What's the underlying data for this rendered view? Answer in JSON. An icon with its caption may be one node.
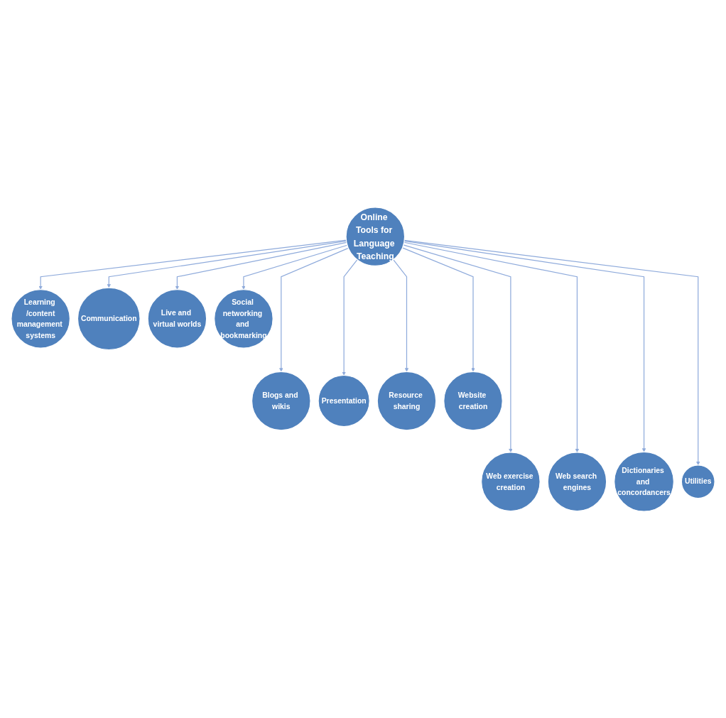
{
  "diagram": {
    "nodes": [
      {
        "text": [
          "Online Tools for Language Teaching"
        ]
      },
      {
        "text": [
          "Learning /content",
          "management systems"
        ]
      },
      {
        "text": [
          "Communication"
        ]
      },
      {
        "text": [
          "Live and virtual worlds"
        ]
      },
      {
        "text": [
          "Social networking and bookmarking"
        ]
      },
      {
        "text": [
          "Blogs and wikis"
        ]
      },
      {
        "text": [
          "Presentation"
        ]
      },
      {
        "text": [
          "Resource sharing"
        ]
      },
      {
        "text": [
          "Website creation"
        ]
      },
      {
        "text": [
          "Web exercise creation"
        ]
      },
      {
        "text": [
          "Web search engines"
        ]
      },
      {
        "text": [
          "Dictionaries and concordancers"
        ]
      },
      {
        "text": [
          "Utilities"
        ]
      }
    ],
    "edges": [
      {
        "from": 0,
        "to": 1,
        "arrow": "to"
      },
      {
        "from": 0,
        "to": 2,
        "arrow": "to"
      },
      {
        "from": 0,
        "to": 3,
        "arrow": "to"
      },
      {
        "from": 0,
        "to": 4,
        "arrow": "to"
      },
      {
        "from": 0,
        "to": 5,
        "arrow": "to"
      },
      {
        "from": 0,
        "to": 6,
        "arrow": "to"
      },
      {
        "from": 0,
        "to": 7,
        "arrow": "to"
      },
      {
        "from": 0,
        "to": 8,
        "arrow": "to"
      },
      {
        "from": 0,
        "to": 9,
        "arrow": "to"
      },
      {
        "from": 0,
        "to": 10,
        "arrow": "to"
      },
      {
        "from": 0,
        "to": 11,
        "arrow": "to"
      },
      {
        "from": 0,
        "to": 12,
        "arrow": "to"
      }
    ]
  }
}
